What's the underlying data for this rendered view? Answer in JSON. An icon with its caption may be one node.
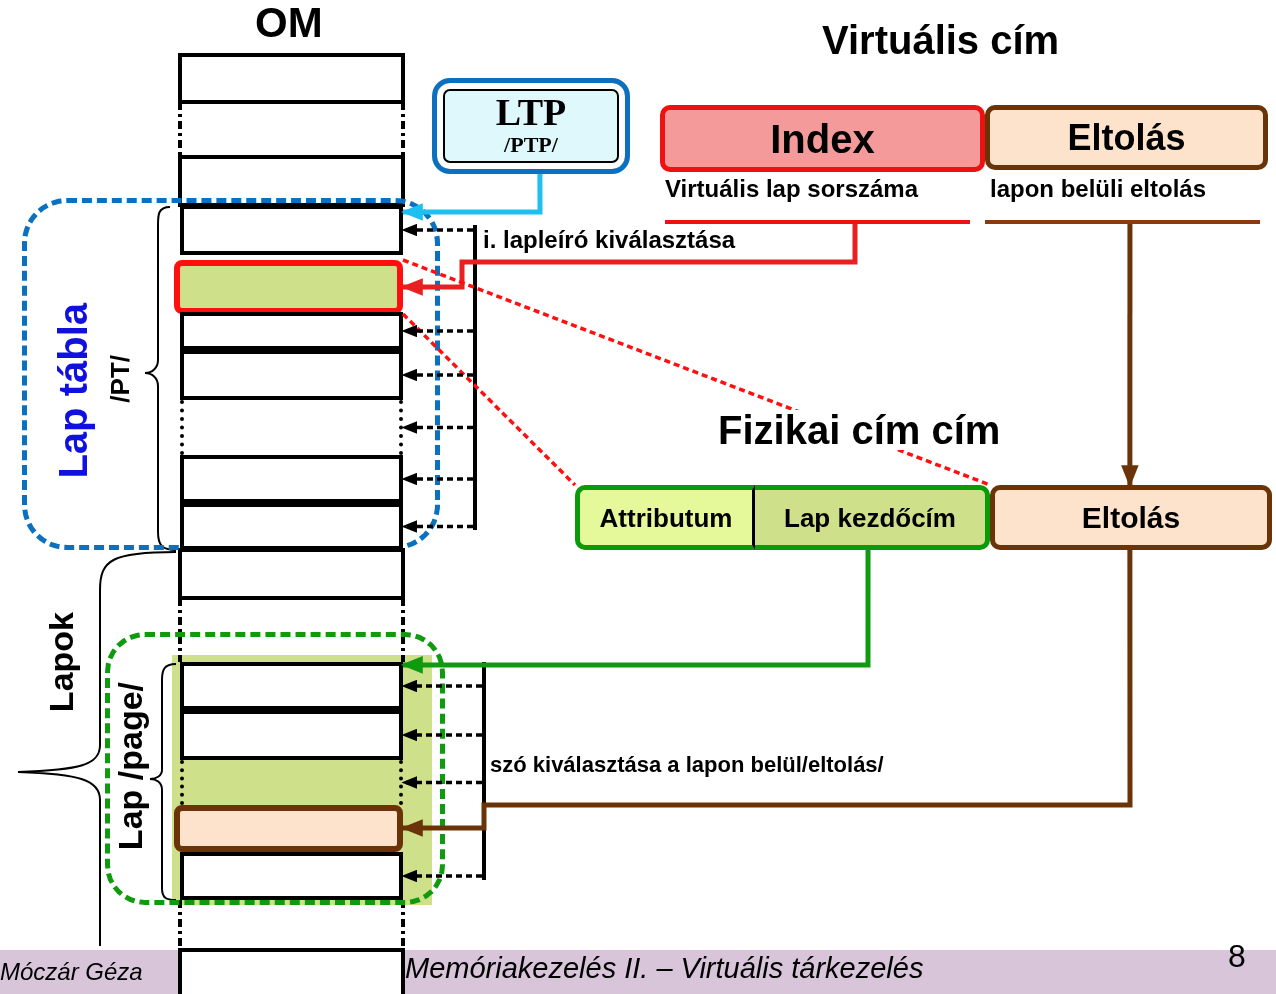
{
  "diagram": {
    "nodes": [
      {
        "text": [
          "LTP",
          "/PTP/"
        ]
      },
      {
        "text": [
          "Index"
        ],
        "beside": [
          "Virtuális lap sorszáma"
        ]
      },
      {
        "text": [
          "Eltolás"
        ],
        "beside": [
          "lapon belüli eltolás"
        ]
      },
      {
        "text": [],
        "shape": "bar"
      },
      {
        "text": [],
        "shape": "bar"
      },
      {
        "text": [
          "Lap tábla",
          "/PT/"
        ]
      },
      {
        "text": [],
        "shape": "box",
        "in": 5
      },
      {
        "text": [],
        "shape": "box",
        "in": 5
      },
      {
        "text": [
          "Attributum"
        ]
      },
      {
        "text": [
          "Lap kezdőcím"
        ]
      },
      {
        "text": [
          "Eltolás"
        ]
      },
      {
        "text": [
          "Lap /page/"
        ]
      },
      {
        "text": [],
        "shape": "box",
        "in": 11
      },
      {
        "text": [],
        "shape": "box",
        "in": 11
      },
      {
        "text": [],
        "shape": "box",
        "in": 5
      },
      {
        "text": [],
        "shape": "box",
        "in": 5
      },
      {
        "text": [],
        "shape": "box",
        "in": 5
      },
      {
        "text": [],
        "shape": "box",
        "in": 5
      },
      {
        "text": [],
        "shape": "box",
        "in": 5
      },
      {
        "text": [],
        "shape": "bar"
      },
      {
        "text": [],
        "shape": "box",
        "in": 11
      },
      {
        "text": [],
        "shape": "box",
        "in": 11
      },
      {
        "text": [],
        "shape": "box",
        "in": 11
      },
      {
        "text": [],
        "shape": "bar"
      }
    ],
    "edges": [
      {
        "from": 0,
        "to": 6,
        "arrow": "to",
        "color": "#1ec0f0"
      },
      {
        "from": 3,
        "to": 7,
        "arrow": "to",
        "label": "i. lapleíró kiválasztása",
        "color": "#e82020"
      },
      {
        "from": 4,
        "to": 10,
        "arrow": "to",
        "color": "#6b3408"
      },
      {
        "from": 9,
        "to": 12,
        "arrow": "to",
        "color": "#109a10"
      },
      {
        "from": 10,
        "to": 21,
        "arrow": "to",
        "label": "szó kiválasztása a lapon belül/eltolás/",
        "color": "#6b3408"
      },
      {
        "from": 7,
        "to": 8,
        "arrow": "none",
        "style": "dashed",
        "color": "#ff1010"
      },
      {
        "from": 7,
        "to": 9,
        "arrow": "none",
        "style": "dashed",
        "color": "#ff1010"
      },
      {
        "from": 19,
        "to": 6,
        "arrow": "to",
        "style": "dashed"
      },
      {
        "from": 19,
        "to": 14,
        "arrow": "to",
        "style": "dashed"
      },
      {
        "from": 19,
        "to": 15,
        "arrow": "to",
        "style": "dashed"
      },
      {
        "from": 19,
        "to": 16,
        "arrow": "to",
        "style": "dashed"
      },
      {
        "from": 19,
        "to": 17,
        "arrow": "to",
        "style": "dashed"
      },
      {
        "from": 19,
        "to": 18,
        "arrow": "to",
        "style": "dashed"
      },
      {
        "from": 23,
        "to": 12,
        "arrow": "to",
        "style": "dashed"
      },
      {
        "from": 23,
        "to": 13,
        "arrow": "to",
        "style": "dashed"
      },
      {
        "from": 23,
        "to": 20,
        "arrow": "to",
        "style": "dashed"
      },
      {
        "from": 23,
        "to": 22,
        "arrow": "to",
        "style": "dashed"
      }
    ],
    "labels": [
      "OM",
      "Virtuális cím",
      "Fizikai cím cím",
      "Lapok",
      "Móczár Géza",
      "Memóriakezelés II. – Virtuális tárkezelés",
      "8"
    ]
  }
}
